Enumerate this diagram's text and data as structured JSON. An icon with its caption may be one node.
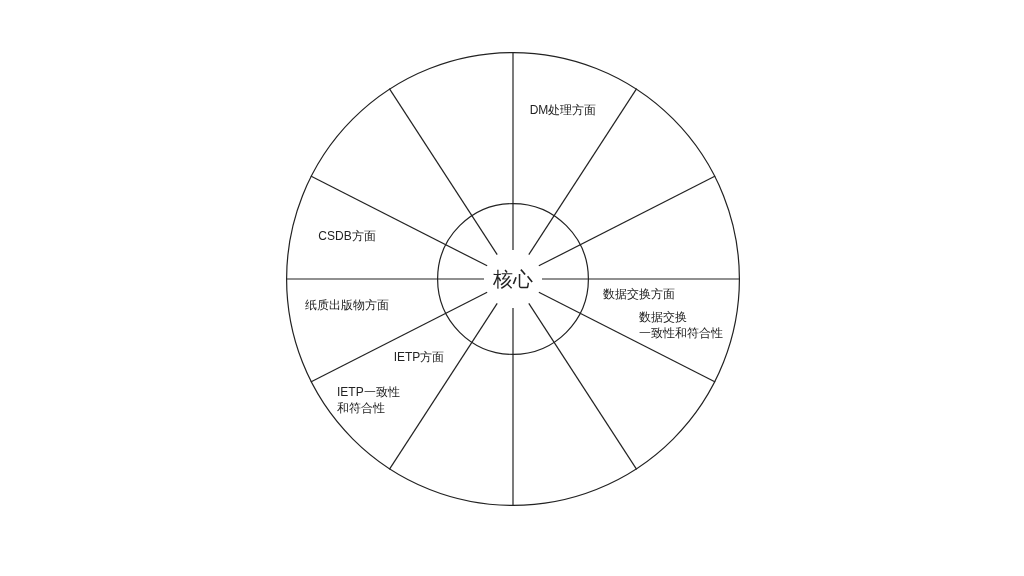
{
  "diagram": {
    "nodes": [
      {
        "text": [],
        "shape": "circle"
      },
      {
        "text": [
          "核心"
        ],
        "in": 0
      }
    ],
    "edges": [],
    "labels": [
      "DM处理方面",
      "CSDB方面",
      "数据交换方面",
      "纸质出版物方面",
      "数据交换一致性和符合性",
      "IETP方面",
      "IETP一致性和符合性"
    ]
  }
}
